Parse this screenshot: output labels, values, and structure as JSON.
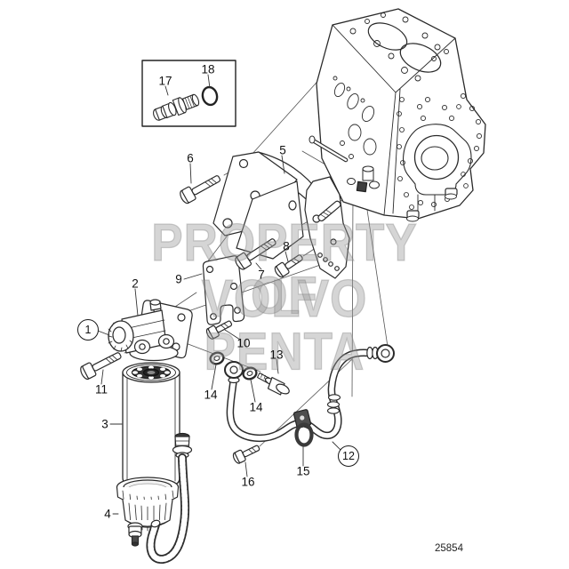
{
  "diagram": {
    "watermark": {
      "line1": "PROPERTY OF",
      "line2": "VOLVO PENTA"
    },
    "drawing_number": "25854",
    "callouts": {
      "c1": "1",
      "c2": "2",
      "c3": "3",
      "c4": "4",
      "c5": "5",
      "c6": "6",
      "c7": "7",
      "c8": "8",
      "c9": "9",
      "c10": "10",
      "c11": "11",
      "c12": "12",
      "c13": "13",
      "c14a": "14",
      "c14b": "14",
      "c15": "15",
      "c16": "16",
      "c17": "17",
      "c18": "18"
    },
    "colors": {
      "line": "#2a2a2a",
      "watermark": "#969696",
      "background": "#ffffff",
      "dark_fill": "#3f3f3f"
    }
  }
}
